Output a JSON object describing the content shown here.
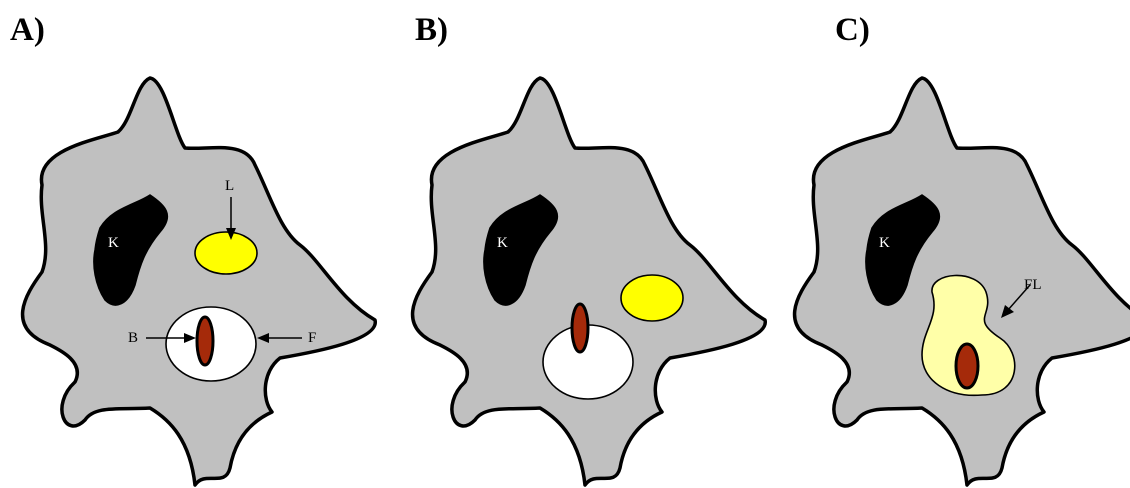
{
  "panels": [
    {
      "label": "A)",
      "nucleus_label": "K",
      "annotations": {
        "lysosome": "L",
        "bacterium": "B",
        "phagosome": "F"
      }
    },
    {
      "label": "B)",
      "nucleus_label": "K"
    },
    {
      "label": "C)",
      "nucleus_label": "K",
      "annotations": {
        "phagolysosome": "FL"
      }
    }
  ],
  "colors": {
    "cytoplasm": "#c0c0c0",
    "nucleus": "#000000",
    "lysosome": "#ffff00",
    "phagosome": "#ffffff",
    "phagolysosome": "#ffffa8",
    "bacterium": "#a52a0a"
  }
}
